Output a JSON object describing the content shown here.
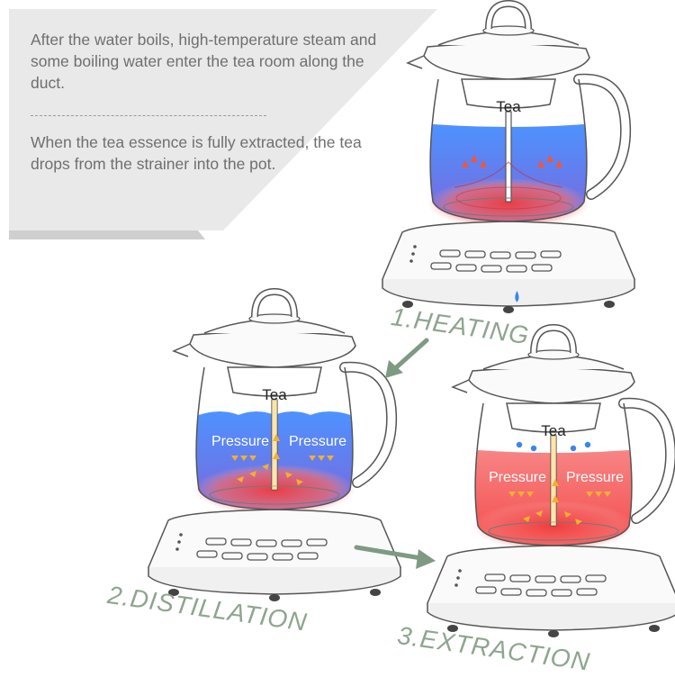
{
  "description": {
    "step_text": "After the water boils, high-temperature steam and some boiling water enter the tea room along the duct.",
    "extraction_text": "When the tea essence is fully extracted, the tea drops from the strainer into the pot."
  },
  "labels": {
    "tea": "Tea",
    "pressure": "Pressure"
  },
  "steps": [
    {
      "label": "1.HEATING"
    },
    {
      "label": "2.DISTILLATION"
    },
    {
      "label": "3.EXTRACTION"
    }
  ],
  "colors": {
    "panel": "#e9e9e9",
    "panel_shadow": "#cfcfcf",
    "water_blue": "#3f7ff0",
    "water_red": "#f2403f",
    "heat_red": "#f04848",
    "arrow_green": "#7f9a82",
    "steam_orange": "#f0b030",
    "drop_blue": "#3a86e8",
    "outline": "#555555"
  }
}
